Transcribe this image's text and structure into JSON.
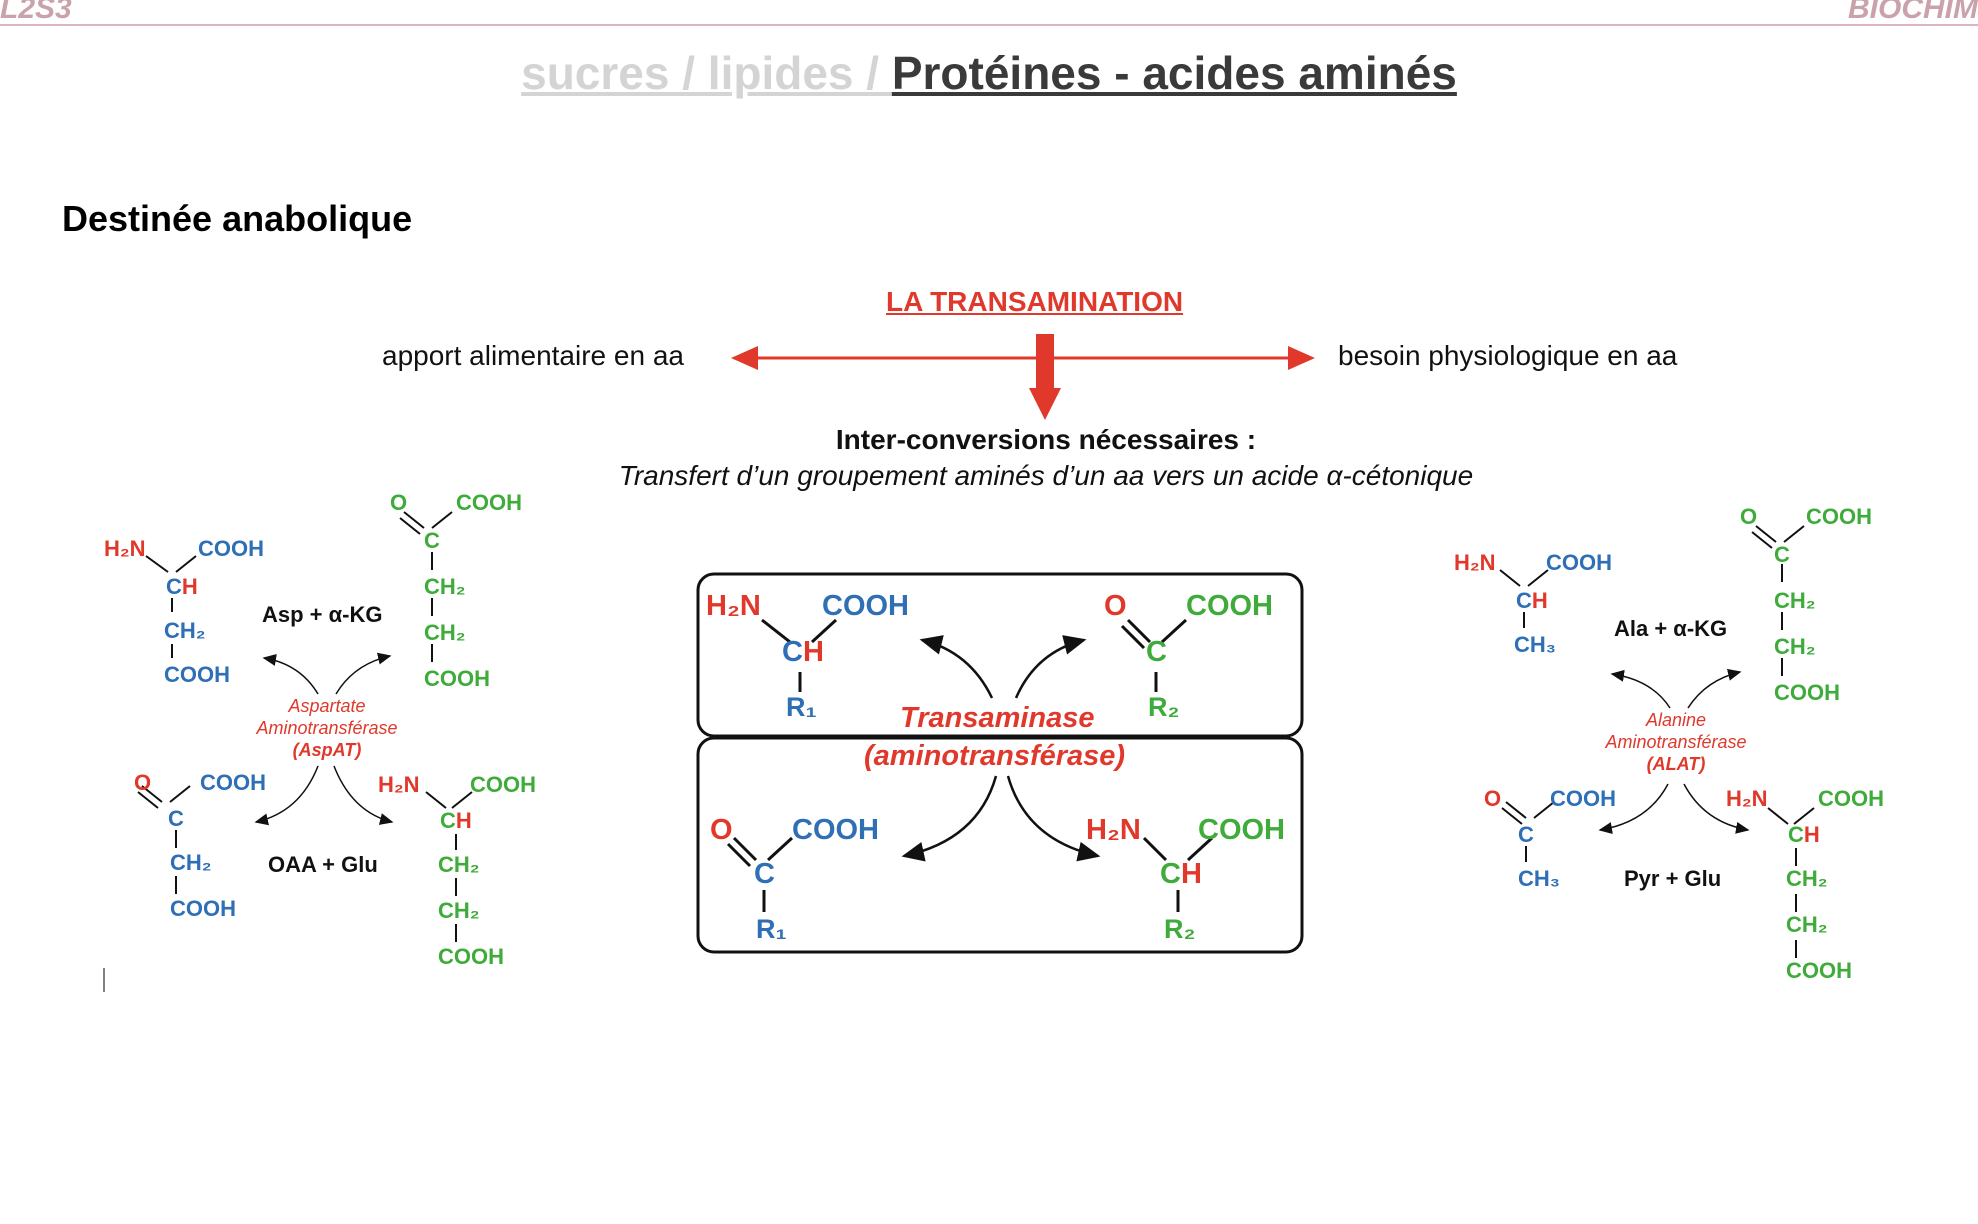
{
  "header": {
    "left_tag": "L2S3",
    "right_tag": "BIOCHIM"
  },
  "title": {
    "faint": "sucres / lipides / ",
    "main": "Protéines - acides aminés"
  },
  "section": "Destinée anabolique",
  "transamination": {
    "heading": "LA TRANSAMINATION",
    "left_label": "apport alimentaire en aa",
    "right_label": "besoin physiologique en aa",
    "interconv": "Inter-conversions nécessaires :",
    "transfer": "Transfert d’un groupement aminés d’un aa vers un acide α-cétonique"
  },
  "center": {
    "enzyme": "Transaminase",
    "enzyme_alt": "(aminotransférase)",
    "r1": "R₁",
    "r2": "R₂"
  },
  "chem": {
    "h2n": "H₂N",
    "cooh": "COOH",
    "ch": "CH",
    "c": "C",
    "o": "O",
    "ch2": "CH₂",
    "ch3": "CH₃"
  },
  "aspat": {
    "top_pair": "Asp + α-KG",
    "bottom_pair": "OAA + Glu",
    "enzyme_l1": "Aspartate",
    "enzyme_l2": "Aminotransférase",
    "enzyme_abbr": "(AspAT)"
  },
  "alat": {
    "top_pair": "Ala + α-KG",
    "bottom_pair": "Pyr + Glu",
    "enzyme_l1": "Alanine",
    "enzyme_l2": "Aminotransférase",
    "enzyme_abbr": "(ALAT)"
  },
  "colors": {
    "red": "#e0392b",
    "blue": "#2e6fb6",
    "green": "#3fab3a",
    "arrow": "#e0392b"
  }
}
